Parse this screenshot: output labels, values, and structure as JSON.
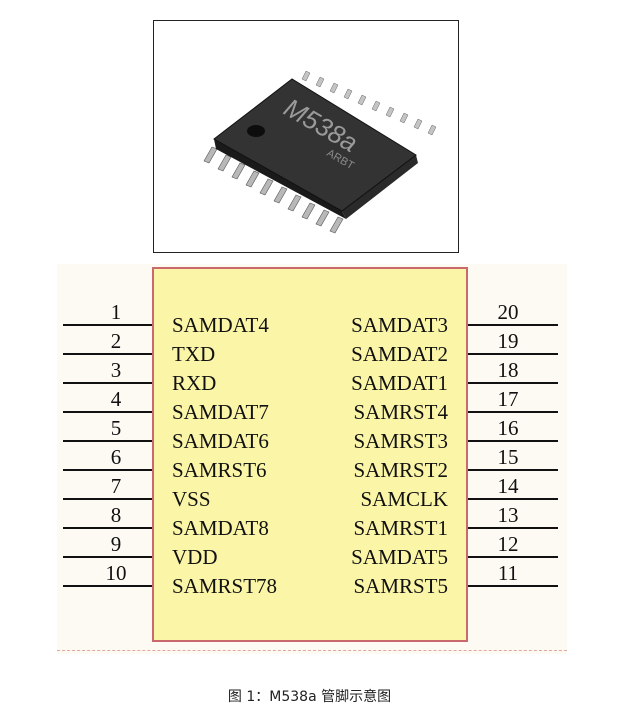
{
  "photo": {
    "chip_marking": "M538a",
    "chip_sub_marking": "ARBT"
  },
  "pins_left": [
    {
      "num": "1",
      "label": "SAMDAT4"
    },
    {
      "num": "2",
      "label": "TXD"
    },
    {
      "num": "3",
      "label": "RXD"
    },
    {
      "num": "4",
      "label": "SAMDAT7"
    },
    {
      "num": "5",
      "label": "SAMDAT6"
    },
    {
      "num": "6",
      "label": "SAMRST6"
    },
    {
      "num": "7",
      "label": "VSS"
    },
    {
      "num": "8",
      "label": "SAMDAT8"
    },
    {
      "num": "9",
      "label": "VDD"
    },
    {
      "num": "10",
      "label": "SAMRST78"
    }
  ],
  "pins_right": [
    {
      "num": "20",
      "label": "SAMDAT3"
    },
    {
      "num": "19",
      "label": "SAMDAT2"
    },
    {
      "num": "18",
      "label": "SAMDAT1"
    },
    {
      "num": "17",
      "label": "SAMRST4"
    },
    {
      "num": "16",
      "label": "SAMRST3"
    },
    {
      "num": "15",
      "label": "SAMRST2"
    },
    {
      "num": "14",
      "label": "SAMCLK"
    },
    {
      "num": "13",
      "label": "SAMRST1"
    },
    {
      "num": "12",
      "label": "SAMDAT5"
    },
    {
      "num": "11",
      "label": "SAMRST5"
    }
  ],
  "caption": "图 1：M538a 管脚示意图",
  "colors": {
    "chip_fill": "#fbf5a8",
    "chip_border": "#c9686d",
    "background_tint": "#fdfaf3"
  }
}
